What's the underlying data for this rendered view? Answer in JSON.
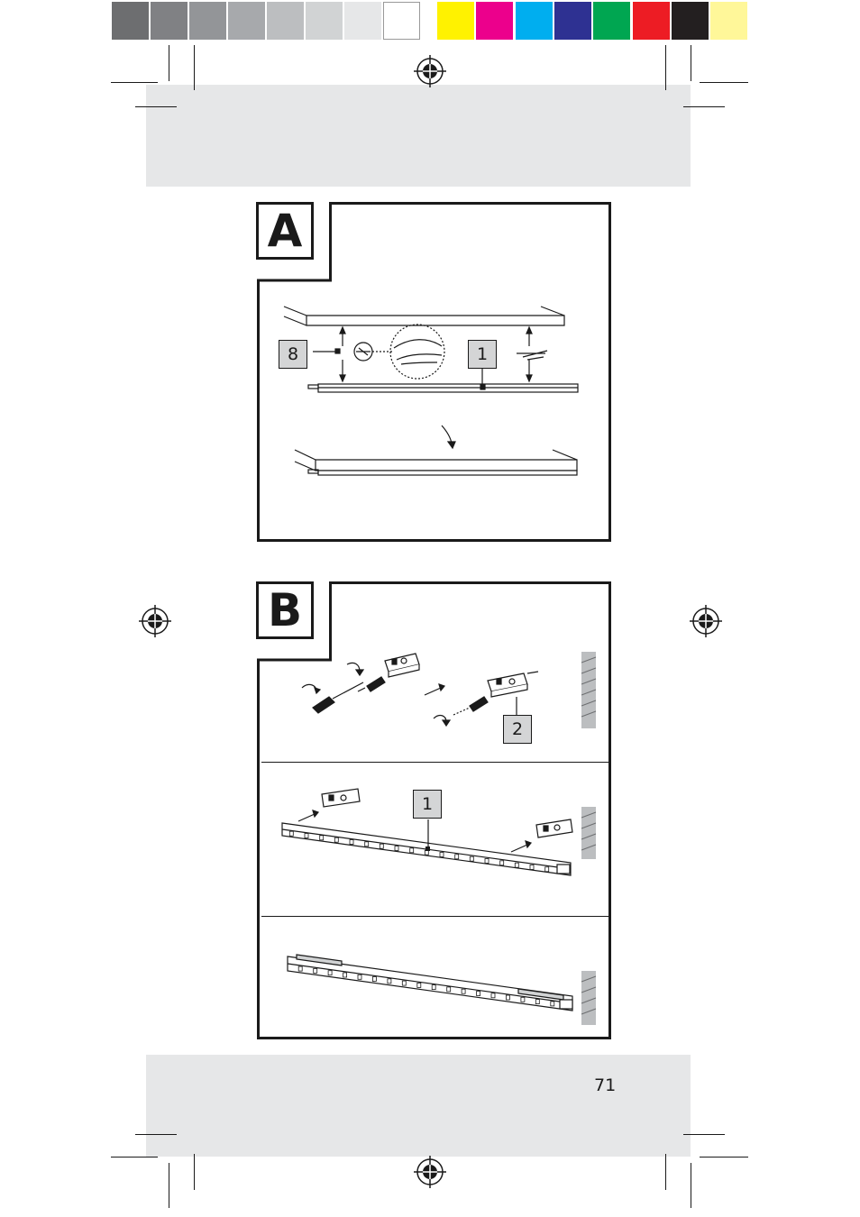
{
  "color_bar": {
    "grays": [
      "#6d6e70",
      "#808184",
      "#939598",
      "#a7a9ac",
      "#bcbec0",
      "#d1d3d4",
      "#e6e7e8",
      "#ffffff"
    ],
    "process": [
      "#fff200",
      "#ec008c",
      "#00aeef",
      "#2e3192",
      "#00a651",
      "#ed1c24",
      "#231f20",
      "#fff799"
    ]
  },
  "figure_a": {
    "label": "A",
    "callout_cable": "8",
    "callout_strip": "1"
  },
  "figure_b": {
    "label": "B",
    "callout_clip": "2",
    "callout_strip": "1"
  },
  "page_number": "71"
}
